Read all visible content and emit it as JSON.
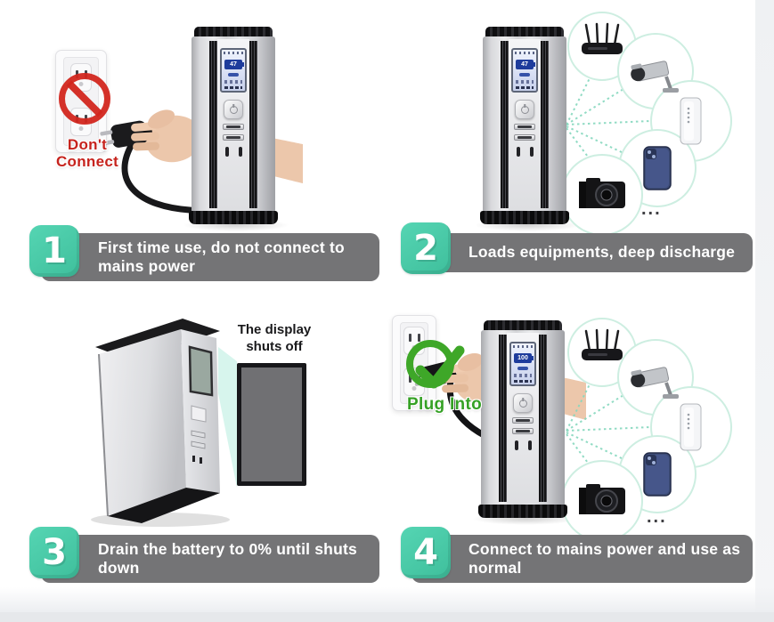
{
  "steps": [
    {
      "number": "1",
      "label": "First time use, do not connect to mains power"
    },
    {
      "number": "2",
      "label": "Loads equipments, deep discharge"
    },
    {
      "number": "3",
      "label": "Drain the battery to 0% until shuts down"
    },
    {
      "number": "4",
      "label": "Connect to mains power and use as normal"
    }
  ],
  "panels": {
    "step1": {
      "warning_line1": "Don't",
      "warning_line2": "Connect",
      "battery_percent": "47"
    },
    "step2": {
      "battery_percent": "47",
      "ellipsis": "...",
      "devices": [
        "wifi-router",
        "security-camera",
        "network-modem",
        "smartphone",
        "digital-camera"
      ]
    },
    "step3": {
      "callout": "The display shuts off"
    },
    "step4": {
      "action_label": "Plug Into",
      "battery_percent": "100",
      "ellipsis": "...",
      "devices": [
        "wifi-router",
        "security-camera",
        "network-modem",
        "smartphone",
        "digital-camera"
      ]
    }
  },
  "colors": {
    "step_teal": "#46c9a9",
    "banner_gray": "#747476",
    "warning_red": "#d2261e",
    "ok_green": "#3ea728",
    "connector_teal": "#86d8be"
  }
}
